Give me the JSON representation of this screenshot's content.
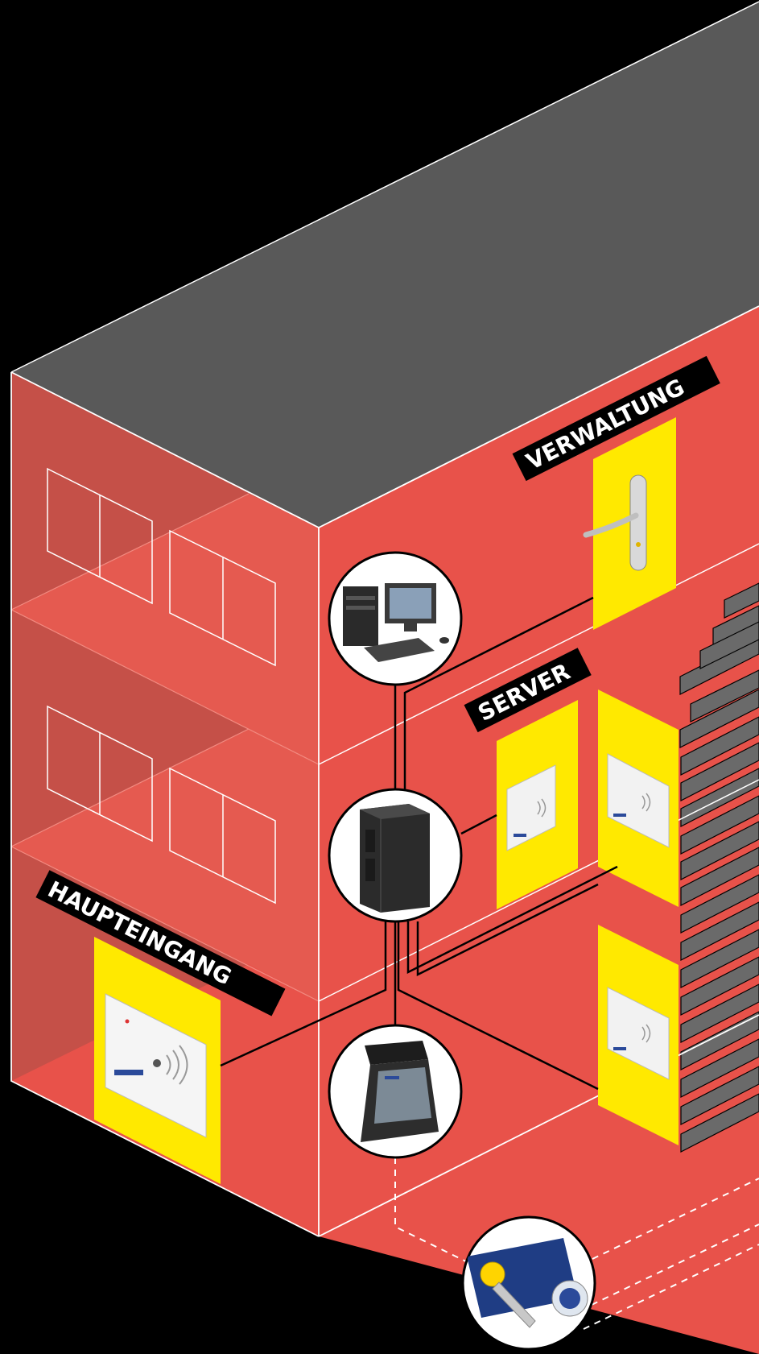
{
  "labels": {
    "verwaltung": "VERWALTUNG",
    "server": "SERVER",
    "haupteingang": "HAUPTEINGANG"
  },
  "icons": {
    "workstation": "desktop-computer-icon",
    "server": "server-tower-icon",
    "terminal": "access-terminal-icon",
    "credentials": "key-card-fob-icon",
    "door_handle": "electronic-door-handle-icon",
    "card_reader": "card-reader-icon"
  },
  "colors": {
    "background": "#000000",
    "roof": "#595959",
    "wall": "#e8524a",
    "wall_left_transparent": "#c55048",
    "floor_slab": "#f06b5f",
    "door": "#ffe900",
    "label_bg": "#000000",
    "label_text": "#ffffff",
    "stairs": "#6a6a6a"
  }
}
